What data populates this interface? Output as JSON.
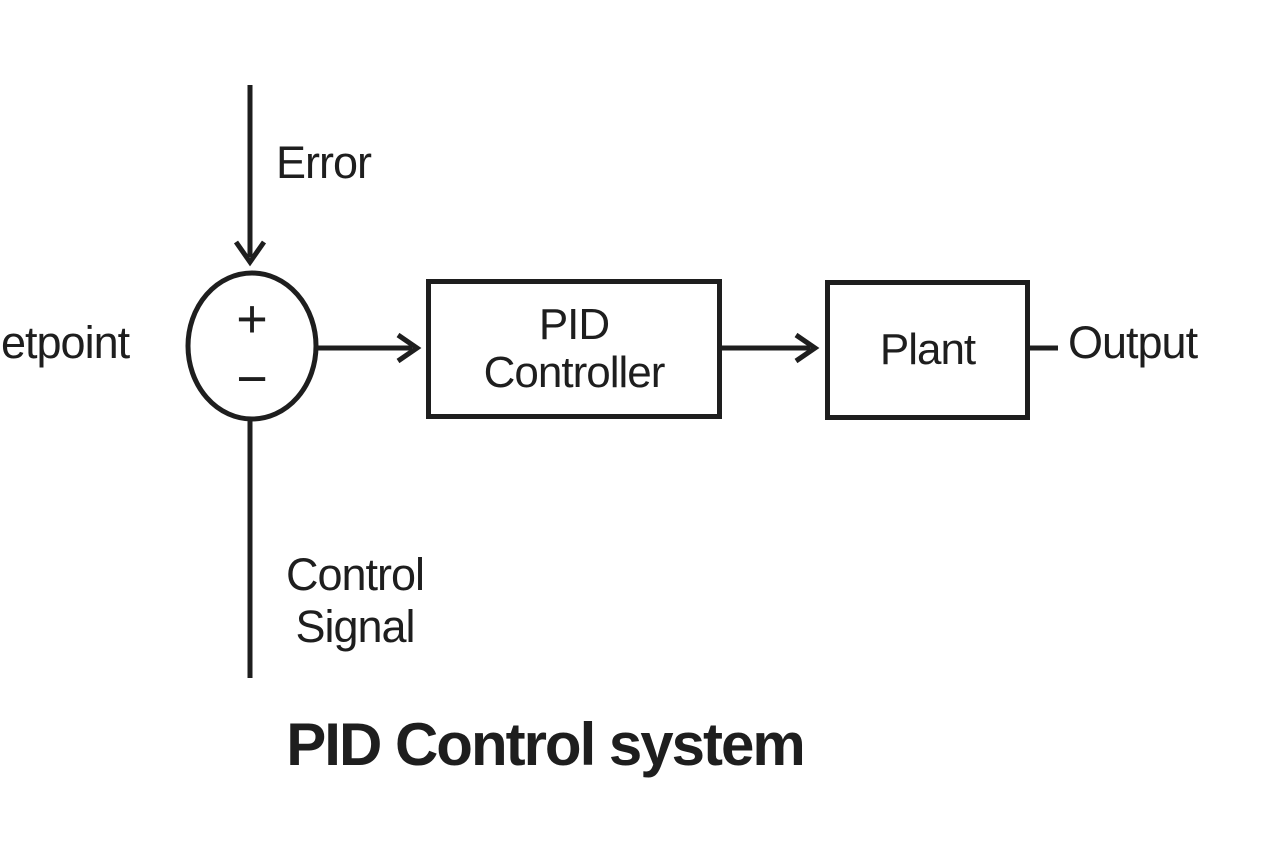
{
  "diagram": {
    "title": "PID Control system",
    "labels": {
      "setpoint": "etpoint",
      "error": "Error",
      "control_signal": "Control\nSignal",
      "output": "Output"
    },
    "summing_junction": {
      "plus": "+",
      "minus": "−"
    },
    "blocks": [
      {
        "id": "pid-controller",
        "label": "PID\nController"
      },
      {
        "id": "plant",
        "label": "Plant"
      }
    ],
    "colors": {
      "stroke": "#1e1e1e",
      "background": "#ffffff"
    }
  }
}
